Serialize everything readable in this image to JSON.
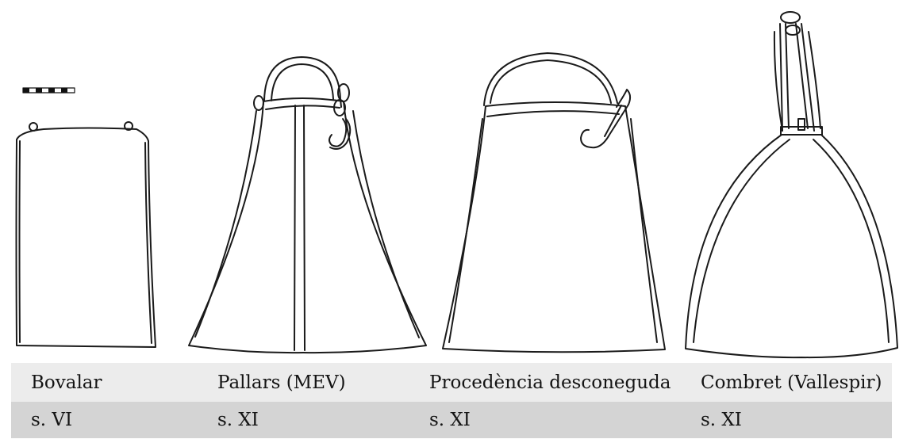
{
  "bells": [
    {
      "name": "Bovalar",
      "date": "s. VI"
    },
    {
      "name": "Pallars (MEV)",
      "date": "s. XI"
    },
    {
      "name": "Procedència desconeguda",
      "date": "s. XI"
    },
    {
      "name": "Combret (Vallespir)",
      "date": "s. XI"
    }
  ],
  "colors": {
    "name_band": "#ececec",
    "date_band": "#d4d4d4",
    "ink": "#141414"
  }
}
